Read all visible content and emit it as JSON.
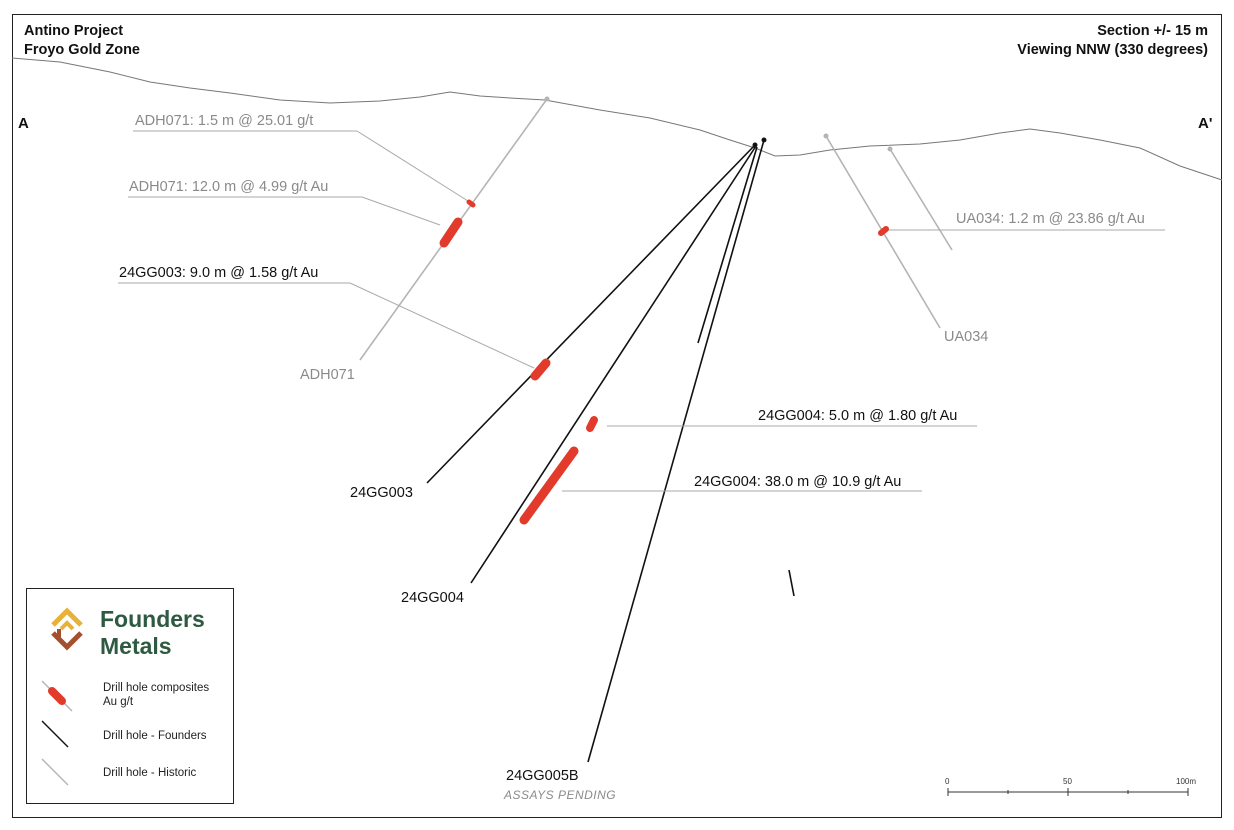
{
  "header": {
    "left_line1": "Antino Project",
    "left_line2": "Froyo Gold Zone",
    "right_line1": "Section +/- 15 m",
    "right_line2": "Viewing NNW (330 degrees)"
  },
  "section_ends": {
    "left": "A",
    "right": "A'"
  },
  "holes": {
    "adh071": "ADH071",
    "ua034": "UA034",
    "gg003": "24GG003",
    "gg004": "24GG004",
    "gg005b": "24GG005B",
    "gg005b_status": "ASSAYS PENDING"
  },
  "intercepts": {
    "adh071_a": "ADH071: 1.5 m @ 25.01 g/t",
    "adh071_b": "ADH071: 12.0 m @ 4.99 g/t Au",
    "ua034": "UA034: 1.2 m @ 23.86 g/t Au",
    "gg003": "24GG003: 9.0 m @ 1.58 g/t Au",
    "gg004_a": "24GG004: 5.0 m @ 1.80 g/t Au",
    "gg004_b": "24GG004: 38.0 m @ 10.9 g/t Au"
  },
  "legend": {
    "brand_line1": "Founders",
    "brand_line2": "Metals",
    "composites_line1": "Drill hole composites",
    "composites_line2": "Au g/t",
    "founders": "Drill hole - Founders",
    "historic": "Drill hole - Historic"
  },
  "scale_bar": {
    "tick_0": "0",
    "tick_50": "50",
    "tick_100": "100m"
  },
  "colors": {
    "composite": "#e23a2b",
    "founders_hole": "#111111",
    "historic_hole": "#b4b4b4",
    "brand_green": "#2e5a41",
    "logo_gold": "#e8b23a",
    "logo_brown": "#a4502f"
  }
}
